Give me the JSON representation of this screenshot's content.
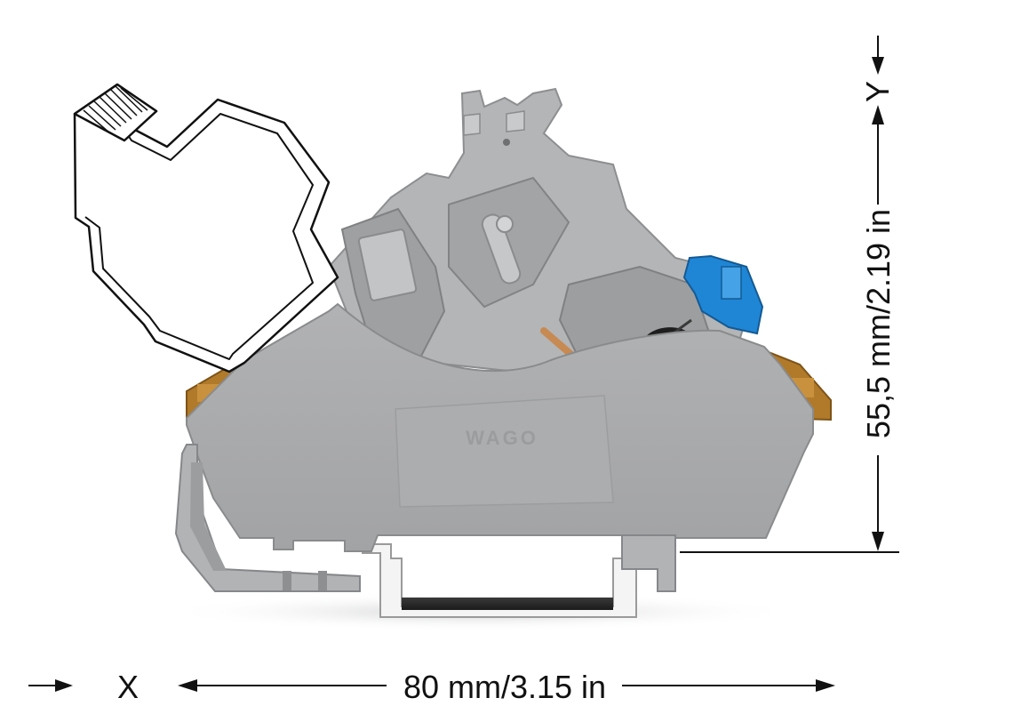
{
  "dimensions": {
    "width_label": "80 mm/3.15 in",
    "height_label": "55,5 mm/2.19 in",
    "x_axis_label": "X",
    "y_axis_label": "Y"
  },
  "terminal": {
    "embossed_logo": "WAGO"
  },
  "colors": {
    "housing": "#a8a9ab",
    "housing_dark": "#8a8b8d",
    "housing_light": "#bdbec0",
    "lever_blue": "#1f86d6",
    "marker_brown": "#b07a2a",
    "rail": "#2b2b2b",
    "outline": "#111111"
  }
}
